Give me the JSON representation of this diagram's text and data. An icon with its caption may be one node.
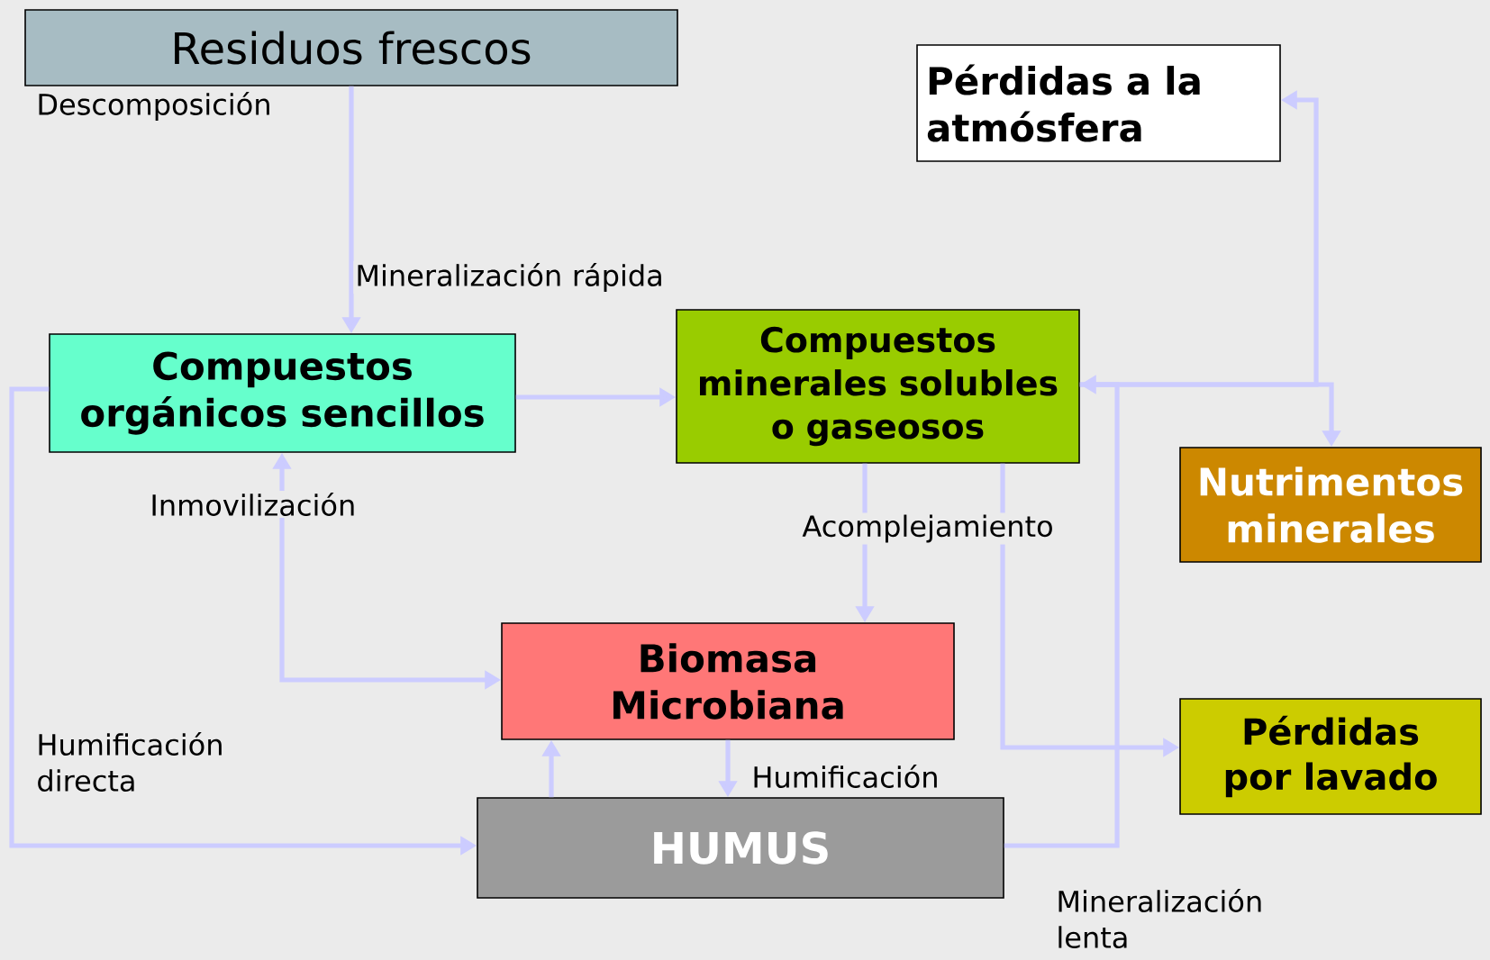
{
  "diagram": {
    "nodes": [
      {
        "text": [
          "Residuos frescos"
        ],
        "beside": [
          "Descomposición"
        ]
      },
      {
        "text": [
          "Pérdidas a la atmósfera"
        ]
      },
      {
        "text": [
          "Compuestos orgánicos sencillos"
        ]
      },
      {
        "text": [
          "Compuestos minerales solubles o gaseosos"
        ]
      },
      {
        "text": [
          "Nutrimentos minerales"
        ]
      },
      {
        "text": [
          "Biomasa Microbiana"
        ]
      },
      {
        "text": [
          "Pérdidas por lavado"
        ]
      },
      {
        "text": [
          "HUMUS"
        ]
      }
    ],
    "edges": [
      {
        "from": 0,
        "to": 2,
        "arrow": "to",
        "label": "Mineralización rápida"
      },
      {
        "from": 2,
        "to": 3,
        "arrow": "to"
      },
      {
        "from": 3,
        "to": 5,
        "arrow": "to",
        "label": "Acomplejamiento"
      },
      {
        "from": 3,
        "to": 6,
        "arrow": "to"
      },
      {
        "from": 2,
        "to": 5,
        "arrow": "both",
        "label": "Inmovilización"
      },
      {
        "from": 2,
        "to": 7,
        "arrow": "to",
        "label": "Humificación directa"
      },
      {
        "from": 7,
        "to": 5,
        "arrow": "to"
      },
      {
        "from": 5,
        "to": 7,
        "arrow": "to",
        "label": "Humificación"
      },
      {
        "from": 7,
        "to": 3,
        "arrow": "to",
        "label": "Mineralización lenta"
      },
      {
        "from": 3,
        "to": 1,
        "arrow": "to"
      },
      {
        "from": 3,
        "to": 4,
        "arrow": "to"
      }
    ]
  }
}
